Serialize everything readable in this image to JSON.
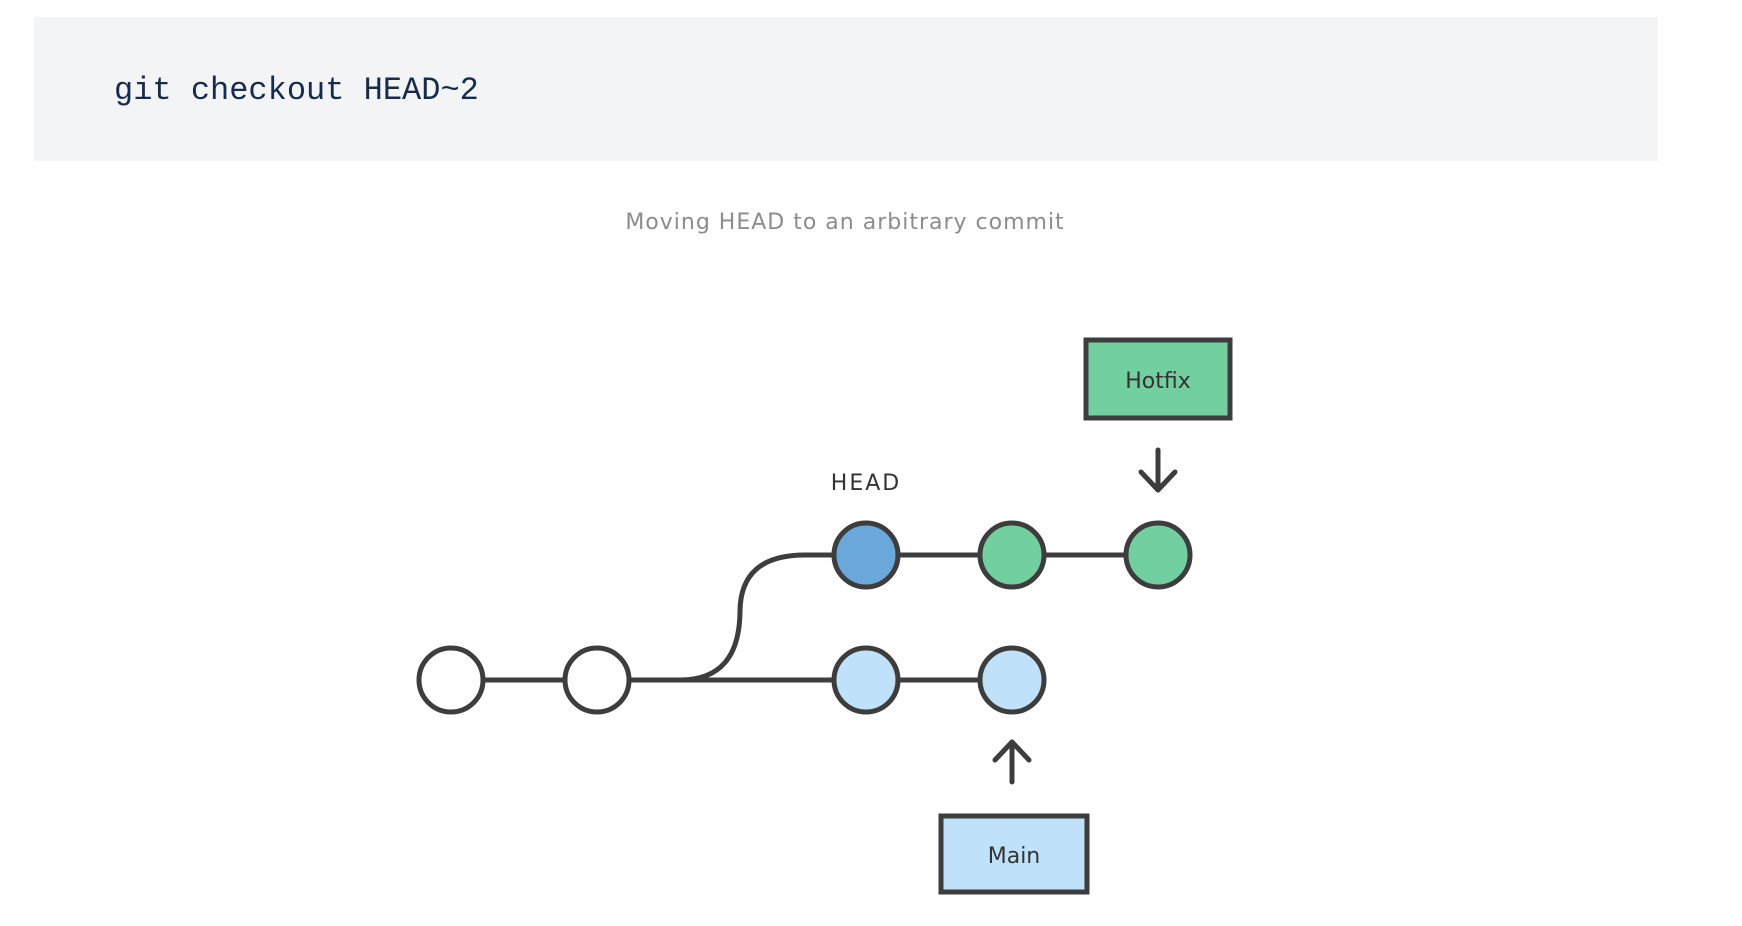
{
  "code": {
    "command": "git checkout HEAD~2"
  },
  "caption": "Moving HEAD to an arbitrary commit",
  "diagram": {
    "head_label": "HEAD",
    "branches": {
      "hotfix": {
        "label": "Hotfix",
        "color": "#72cf9f"
      },
      "main": {
        "label": "Main",
        "color": "#c0e1fa"
      }
    },
    "colors": {
      "stroke": "#3d3d3d",
      "empty_commit": "#ffffff",
      "head_commit": "#6aa8dc",
      "hotfix_commit": "#72cf9f",
      "main_commit": "#c0e1fa"
    }
  }
}
